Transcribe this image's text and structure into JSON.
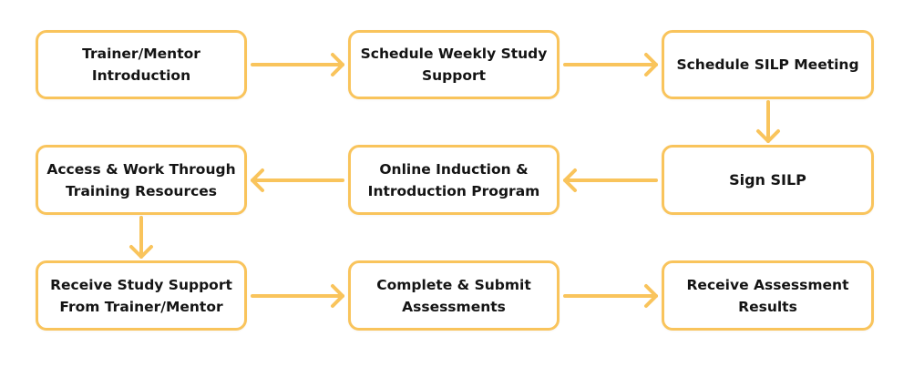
{
  "colors": {
    "border": "#F9C45C",
    "arrow": "#F9C45C",
    "text": "#141414",
    "background": "#ffffff"
  },
  "steps": [
    {
      "label": "Trainer/Mentor\nIntroduction"
    },
    {
      "label": "Schedule Weekly Study\nSupport"
    },
    {
      "label": "Schedule SILP Meeting"
    },
    {
      "label": "Access & Work Through\nTraining Resources"
    },
    {
      "label": "Online Induction &\nIntroduction Program"
    },
    {
      "label": "Sign SILP"
    },
    {
      "label": "Receive Study Support\nFrom Trainer/Mentor"
    },
    {
      "label": "Complete & Submit\nAssessments"
    },
    {
      "label": "Receive Assessment\nResults"
    }
  ],
  "connections": [
    {
      "from": 1,
      "to": 2
    },
    {
      "from": 2,
      "to": 3
    },
    {
      "from": 3,
      "to": 6
    },
    {
      "from": 6,
      "to": 5
    },
    {
      "from": 5,
      "to": 4
    },
    {
      "from": 4,
      "to": 7
    },
    {
      "from": 7,
      "to": 8
    },
    {
      "from": 8,
      "to": 9
    }
  ]
}
